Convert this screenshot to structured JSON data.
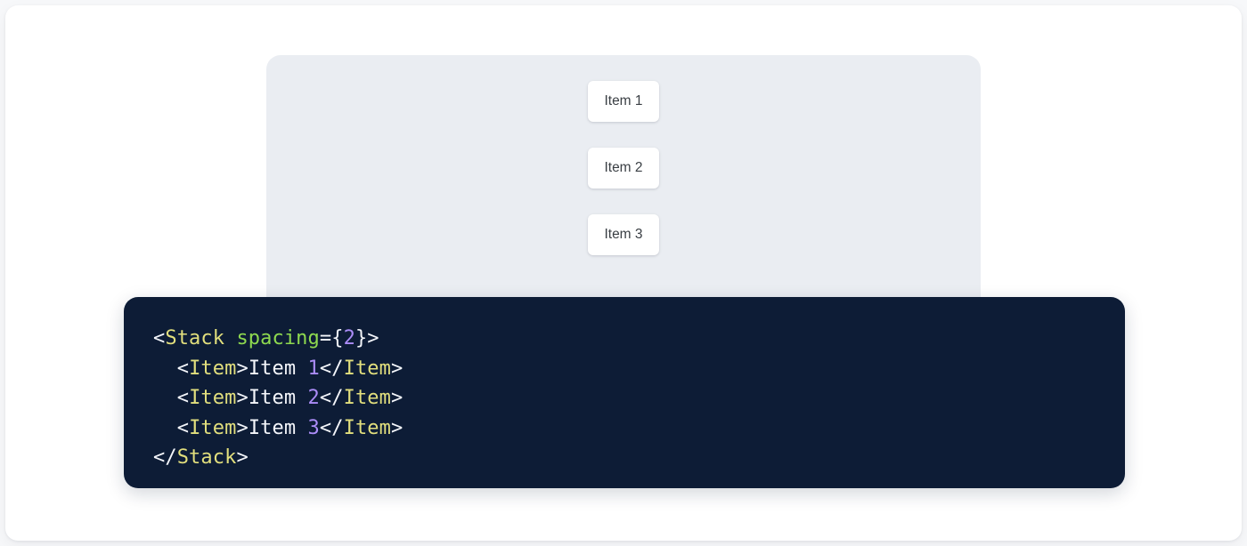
{
  "preview": {
    "panel_background": "#eaedf2",
    "stack": {
      "component": "Stack",
      "spacing": 2,
      "items": [
        {
          "label": "Item 1"
        },
        {
          "label": "Item 2"
        },
        {
          "label": "Item 3"
        }
      ]
    }
  },
  "code": {
    "language": "jsx",
    "background": "#0d1c36",
    "colors": {
      "punctuation": "#f4f6fb",
      "tag": "#e2df7d",
      "attribute": "#8ed94f",
      "number": "#ab8cf7",
      "text": "#f4f6fb"
    },
    "lines": [
      {
        "indent": "",
        "tokens": [
          {
            "t": "punct",
            "v": "<"
          },
          {
            "t": "tag",
            "v": "Stack"
          },
          {
            "t": "text",
            "v": " "
          },
          {
            "t": "attr",
            "v": "spacing"
          },
          {
            "t": "punct",
            "v": "={"
          },
          {
            "t": "num",
            "v": "2"
          },
          {
            "t": "punct",
            "v": "}>"
          }
        ]
      },
      {
        "indent": "  ",
        "tokens": [
          {
            "t": "punct",
            "v": "<"
          },
          {
            "t": "tag",
            "v": "Item"
          },
          {
            "t": "punct",
            "v": ">"
          },
          {
            "t": "text",
            "v": "Item "
          },
          {
            "t": "num",
            "v": "1"
          },
          {
            "t": "punct",
            "v": "</"
          },
          {
            "t": "tag",
            "v": "Item"
          },
          {
            "t": "punct",
            "v": ">"
          }
        ]
      },
      {
        "indent": "  ",
        "tokens": [
          {
            "t": "punct",
            "v": "<"
          },
          {
            "t": "tag",
            "v": "Item"
          },
          {
            "t": "punct",
            "v": ">"
          },
          {
            "t": "text",
            "v": "Item "
          },
          {
            "t": "num",
            "v": "2"
          },
          {
            "t": "punct",
            "v": "</"
          },
          {
            "t": "tag",
            "v": "Item"
          },
          {
            "t": "punct",
            "v": ">"
          }
        ]
      },
      {
        "indent": "  ",
        "tokens": [
          {
            "t": "punct",
            "v": "<"
          },
          {
            "t": "tag",
            "v": "Item"
          },
          {
            "t": "punct",
            "v": ">"
          },
          {
            "t": "text",
            "v": "Item "
          },
          {
            "t": "num",
            "v": "3"
          },
          {
            "t": "punct",
            "v": "</"
          },
          {
            "t": "tag",
            "v": "Item"
          },
          {
            "t": "punct",
            "v": ">"
          }
        ]
      },
      {
        "indent": "",
        "tokens": [
          {
            "t": "punct",
            "v": "</"
          },
          {
            "t": "tag",
            "v": "Stack"
          },
          {
            "t": "punct",
            "v": ">"
          }
        ]
      }
    ]
  }
}
